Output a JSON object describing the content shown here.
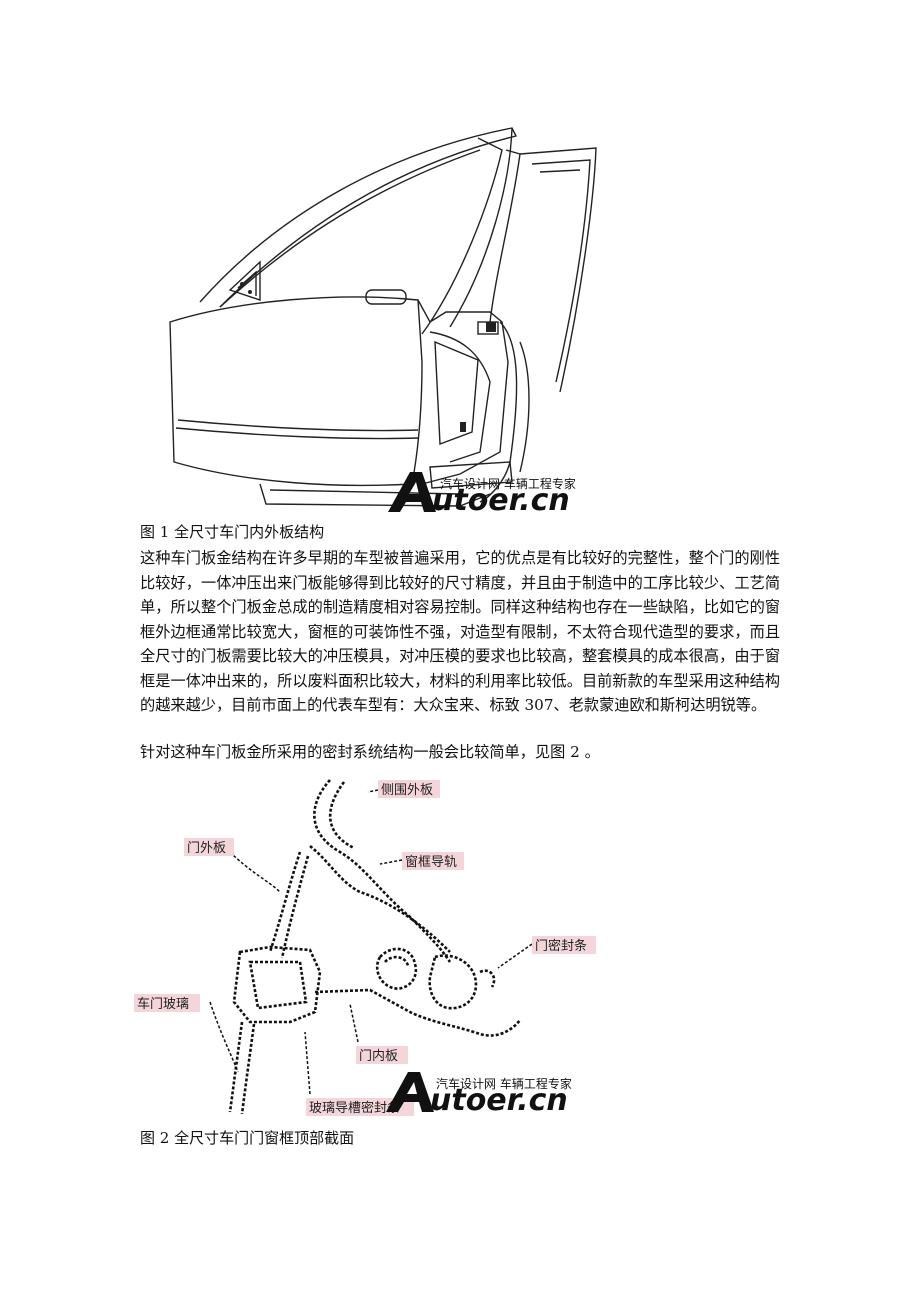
{
  "figure1": {
    "caption": "图 1   全尺寸车门内外板结构",
    "watermark_small": "汽车设计网  车辆工程专家",
    "watermark_big": "utoer.cn"
  },
  "paragraph1": "这种车门板金结构在许多早期的车型被普遍采用，它的优点是有比较好的完整性，整个门的刚性比较好，一体冲压出来门板能够得到比较好的尺寸精度，并且由于制造中的工序比较少、工艺简单，所以整个门板金总成的制造精度相对容易控制。同样这种结构也存在一些缺陷，比如它的窗框外边框通常比较宽大，窗框的可装饰性不强，对造型有限制，不太符合现代造型的要求，而且全尺寸的门板需要比较大的冲压模具，对冲压模的要求也比较高，整套模具的成本很高，由于窗框是一体冲出来的，所以废料面积比较大，材料的利用率比较低。目前新款的车型采用这种结构的越来越少，目前市面上的代表车型有：大众宝来、标致 307、老款蒙迪欧和斯柯达明锐等。",
  "paragraph2": "针对这种车门板金所采用的密封系统结构一般会比较简单，见图 2 。",
  "figure2": {
    "caption": "图 2   全尺寸车门门窗框顶部截面",
    "labels": {
      "side_outer": "侧围外板",
      "door_outer": "门外板",
      "window_guide": "窗框导轨",
      "door_seal": "门密封条",
      "door_glass": "车门玻璃",
      "door_inner": "门内板",
      "glass_channel": "玻璃导槽密封条"
    },
    "watermark_small": "汽车设计网  车辆工程专家",
    "watermark_big": "utoer.cn"
  }
}
